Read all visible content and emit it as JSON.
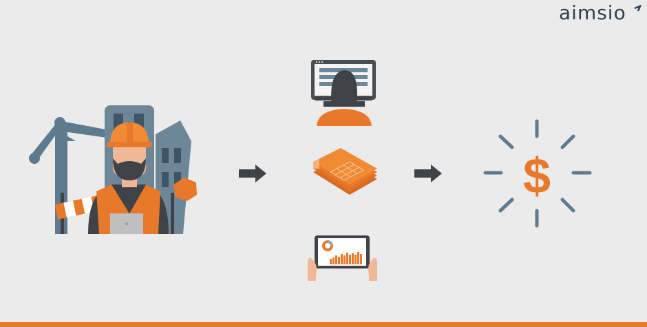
{
  "brand": {
    "logo_text": "aimsio",
    "accent_color": "#e8782a",
    "dark_color": "#3f4347",
    "slate_color": "#5e7a8e",
    "background": "#ebebeb"
  },
  "diagram": {
    "stages": [
      {
        "id": "field-worker",
        "icon": "construction-worker-icon",
        "description": "Construction worker with hard hat, safety vest and tablet in front of crane and buildings"
      },
      {
        "id": "data-capture",
        "icons": [
          "desktop-user-icon",
          "document-stack-icon",
          "tablet-chart-icon"
        ]
      },
      {
        "id": "revenue",
        "icon": "dollar-burst-icon",
        "symbol": "$"
      }
    ],
    "arrows": [
      {
        "from": "field-worker",
        "to": "data-capture"
      },
      {
        "from": "data-capture",
        "to": "revenue"
      }
    ]
  }
}
